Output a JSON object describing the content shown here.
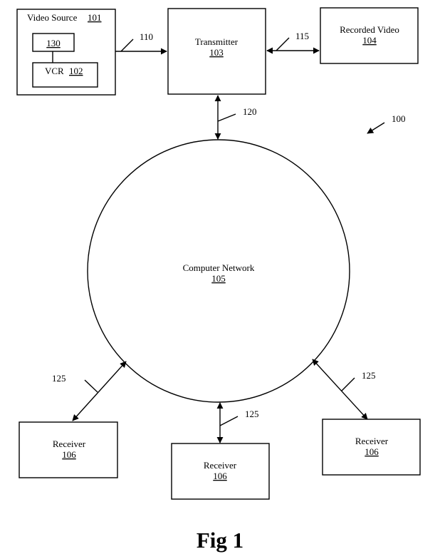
{
  "figure": {
    "caption": "Fig 1",
    "ref": "100"
  },
  "nodes": {
    "video_source": {
      "label": "Video Source",
      "ref": "101"
    },
    "component_130": {
      "ref": "130"
    },
    "vcr": {
      "label": "VCR",
      "ref": "102"
    },
    "transmitter": {
      "label": "Transmitter",
      "ref": "103"
    },
    "recorded_video": {
      "label": "Recorded Video",
      "ref": "104"
    },
    "network": {
      "label": "Computer Network",
      "ref": "105"
    },
    "receivers": [
      {
        "label": "Receiver",
        "ref": "106"
      },
      {
        "label": "Receiver",
        "ref": "106"
      },
      {
        "label": "Receiver",
        "ref": "106"
      }
    ]
  },
  "links": {
    "source_to_transmitter": "110",
    "transmitter_recorded": "115",
    "transmitter_network": "120",
    "network_receiver_left": "125",
    "network_receiver_middle": "125",
    "network_receiver_right": "125"
  }
}
